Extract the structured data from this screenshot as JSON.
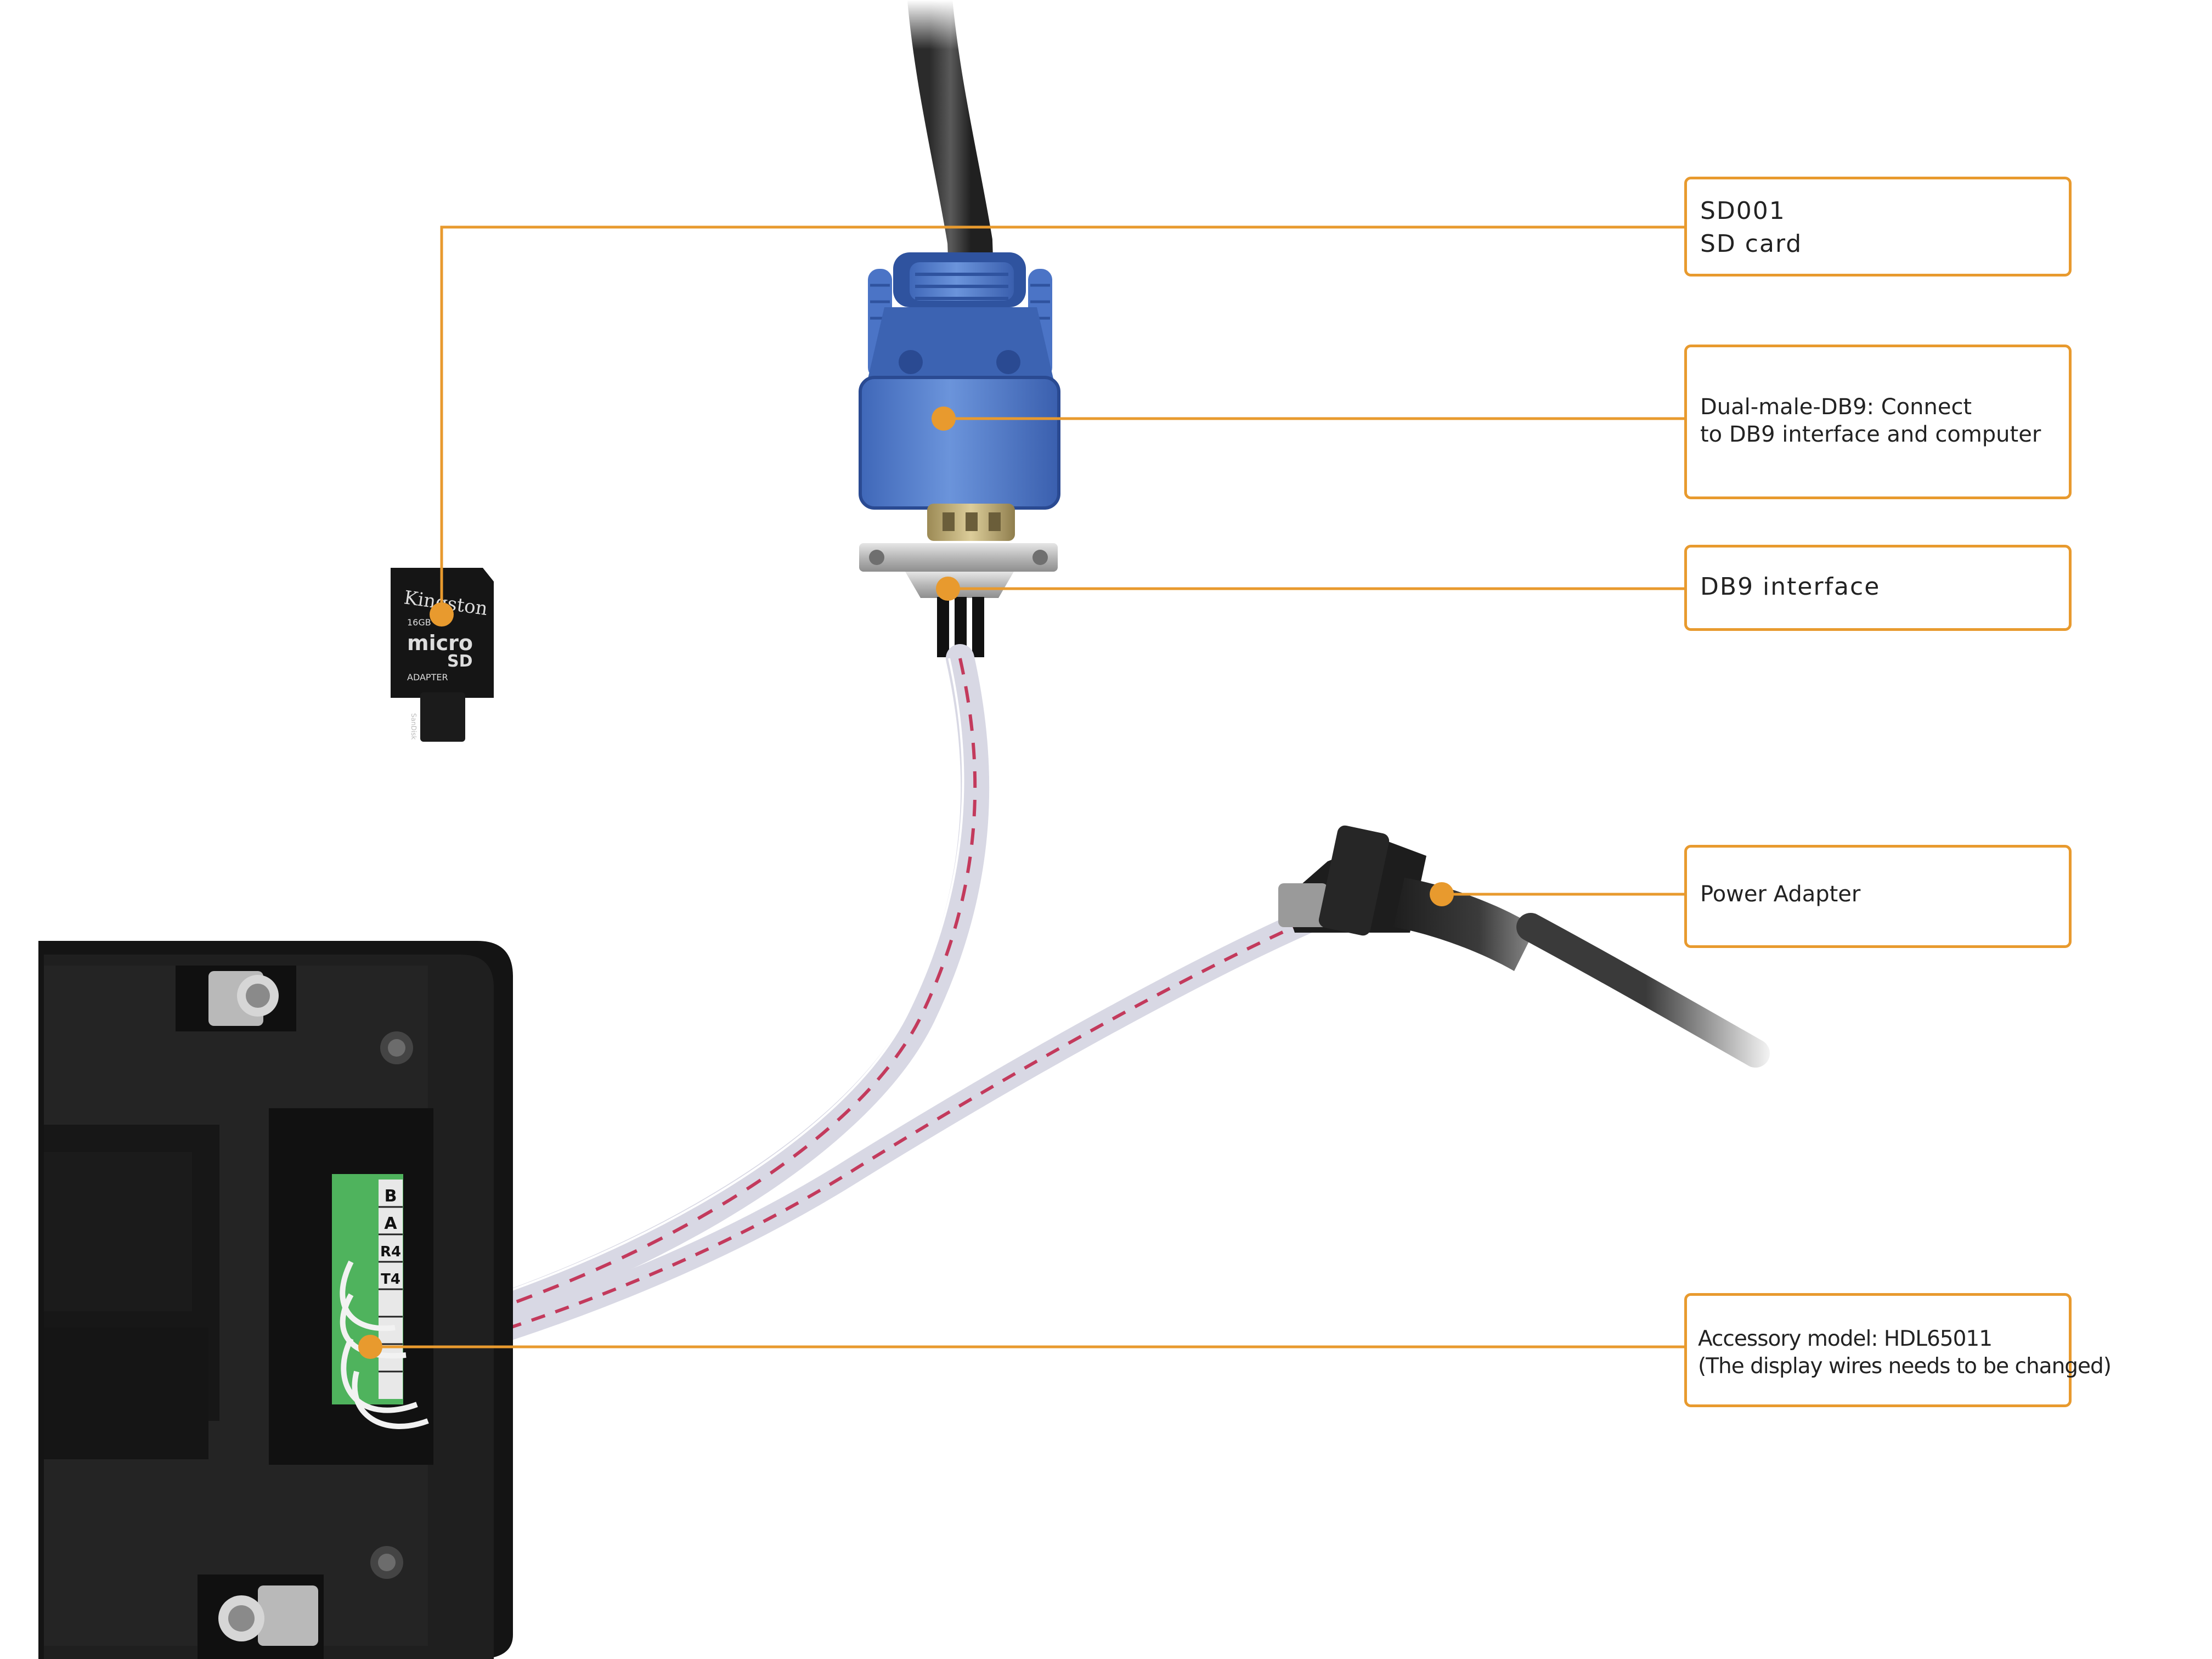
{
  "accent_color": "#E89A2E",
  "callouts": {
    "sd_card": {
      "lines": [
        "SD001",
        "SD card"
      ],
      "icon": "micro-sd-card"
    },
    "dual_male_db9": {
      "lines": [
        "Dual-male-DB9: Connect",
        "to DB9 interface and computer"
      ],
      "icon": "db9-cable-connector"
    },
    "db9_interface": {
      "lines": [
        "DB9 interface"
      ],
      "icon": "db9-port"
    },
    "power_adapter": {
      "lines": [
        "Power Adapter"
      ],
      "icon": "dc-power-plug"
    },
    "accessory": {
      "lines": [
        "Accessory model: HDL65011",
        "(The display wires needs to be changed)"
      ],
      "icon": "terminal-block-wiring"
    }
  },
  "photo": {
    "sd_card_text": {
      "brand": "Kingston",
      "size": "16GB",
      "logo": "micro SD",
      "label": "ADAPTER",
      "card_brand": "SanDisk"
    },
    "terminal_labels": [
      "B",
      "A",
      "R4",
      "T4"
    ]
  }
}
